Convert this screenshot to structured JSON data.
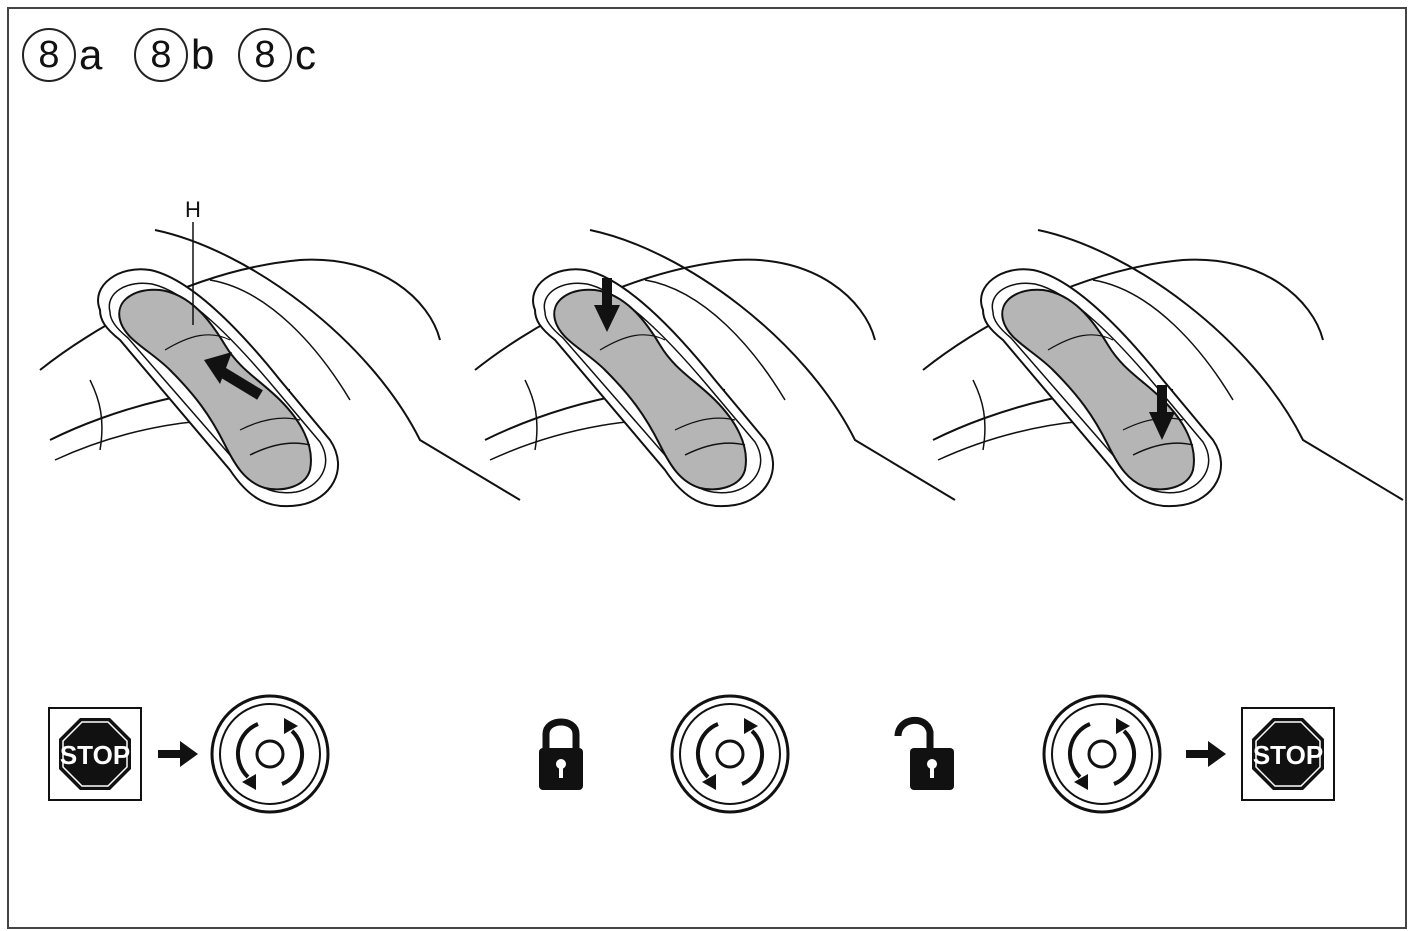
{
  "steps": [
    {
      "number": "8",
      "letter": "a"
    },
    {
      "number": "8",
      "letter": "b"
    },
    {
      "number": "8",
      "letter": "c"
    }
  ],
  "callout_label": "H",
  "stop_sign_text": "STOP",
  "icons": {
    "panel1": [
      "stop-sign-icon",
      "arrow-right-icon",
      "rotation-icon"
    ],
    "panel2": [
      "padlock-locked-icon",
      "rotation-icon"
    ],
    "panel3": [
      "padlock-unlocked-icon",
      "rotation-icon",
      "arrow-right-icon",
      "stop-sign-icon"
    ]
  },
  "colors": {
    "line": "#111111",
    "handle_fill": "#b5b5b5",
    "border": "#444444"
  }
}
